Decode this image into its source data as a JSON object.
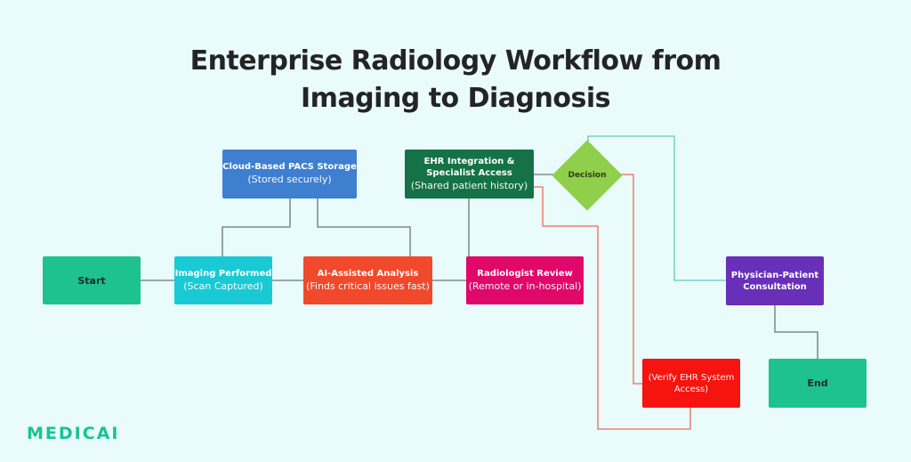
{
  "title_line1": "Enterprise Radiology Workflow from",
  "title_line2": "Imaging to Diagnosis",
  "nodes": {
    "start": {
      "title": "Start",
      "color": "#1ec28f"
    },
    "pacs": {
      "title": "Cloud-Based PACS Storage",
      "subtitle": "(Stored securely)",
      "color": "#3f7fd0"
    },
    "imaging": {
      "title": "Imaging Performed",
      "subtitle": "(Scan Captured)",
      "color": "#19cad4"
    },
    "ai": {
      "title": "AI-Assisted Analysis",
      "subtitle": "(Finds critical issues fast)",
      "color": "#f0492b"
    },
    "ehr": {
      "title_line1": "EHR Integration &",
      "title_line2": "Specialist Access",
      "subtitle": "(Shared patient history)",
      "color": "#157246"
    },
    "decision": {
      "title": "Decision",
      "color": "#8fcf4a"
    },
    "radiologist": {
      "title": "Radiologist Review",
      "subtitle": "(Remote or in-hospital)",
      "color": "#e0086a"
    },
    "physician": {
      "title_line1": "Physician-Patient",
      "title_line2": "Consultation",
      "color": "#6830b8"
    },
    "verify": {
      "subtitle_line1": "(Verify EHR System",
      "subtitle_line2": "Access)",
      "color": "#f5140f"
    },
    "end": {
      "title": "End",
      "color": "#1ec28f"
    }
  },
  "connector_colors": {
    "gray": "#6b7674",
    "teal": "#5dc8c0",
    "red": "#ea6a5a"
  },
  "logo": "MEDICAI"
}
